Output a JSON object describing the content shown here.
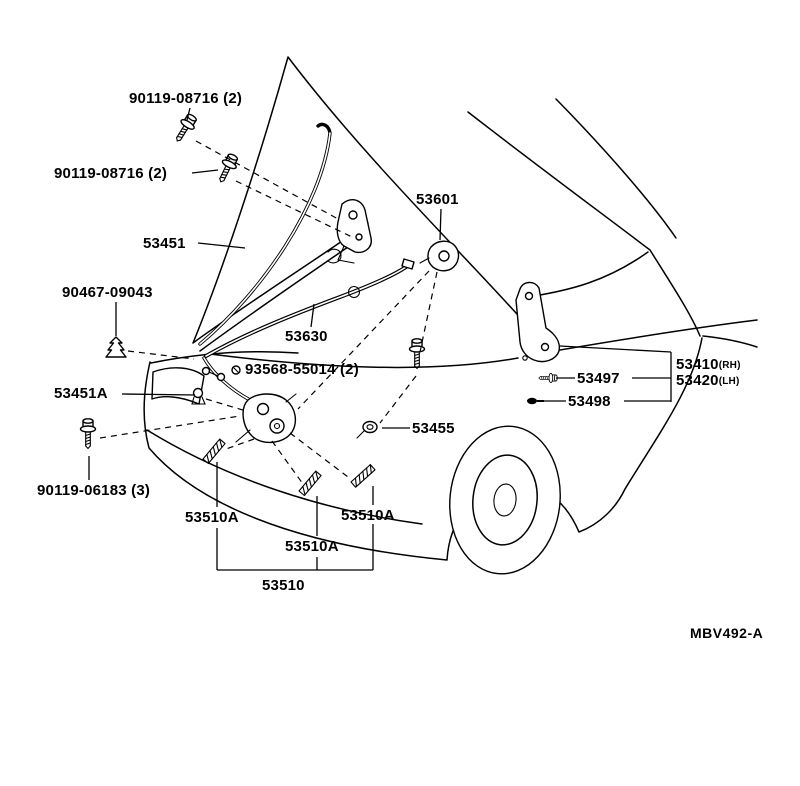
{
  "diagram": {
    "background": "#ffffff",
    "line_color": "#000000",
    "code": "MBV492-A"
  },
  "labels": {
    "bolt_upper_1": "90119-08716 (2)",
    "bolt_upper_2": "90119-08716 (2)",
    "support_rod": "53451",
    "lock_support": "53601",
    "clip": "90467-09043",
    "control_cable": "53630",
    "screw": "93568-55014 (2)",
    "rod_holder": "53451A",
    "hinge_bolt": "53497",
    "hinge_rh": {
      "num": "53410",
      "side": "(RH)"
    },
    "hinge_lh": {
      "num": "53420",
      "side": "(LH)"
    },
    "hinge_grommet": "53498",
    "lock_spring": "53455",
    "bolt_lower": "90119-06183 (3)",
    "spring_a1": "53510A",
    "spring_a2": "53510A",
    "spring_a3": "53510A",
    "hood_lock": "53510"
  }
}
